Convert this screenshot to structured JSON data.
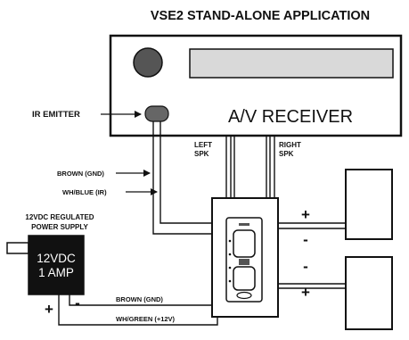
{
  "title": "VSE2 STAND-ALONE APPLICATION",
  "receiver": {
    "label": "A/V RECEIVER"
  },
  "ir_emitter": {
    "label": "IR EMITTER"
  },
  "speaker_outputs": {
    "left": [
      "LEFT",
      "SPK"
    ],
    "right": [
      "RIGHT",
      "SPK"
    ]
  },
  "wires": {
    "brown_gnd_top": "BROWN (GND)",
    "wh_blue_ir": "WH/BLUE (IR)",
    "brown_gnd_bottom": "BROWN (GND)",
    "wh_green": "WH/GREEN (+12V)"
  },
  "power_supply": {
    "caption": [
      "12VDC REGULATED",
      "POWER SUPPLY"
    ],
    "box_text": [
      "12VDC",
      "1 AMP"
    ],
    "plus": "+",
    "minus": "-"
  },
  "speaker_polarity": {
    "top_plus": "+",
    "top_minus": "-",
    "bottom_minus": "-",
    "bottom_plus": "+"
  },
  "colors": {
    "line": "#111111",
    "receiver_fill": "#ffffff",
    "display_fill": "#d9d9d9",
    "knob_fill": "#555555",
    "emitter_fill": "#666666",
    "psu_fill": "#111111",
    "psu_text": "#ffffff"
  }
}
